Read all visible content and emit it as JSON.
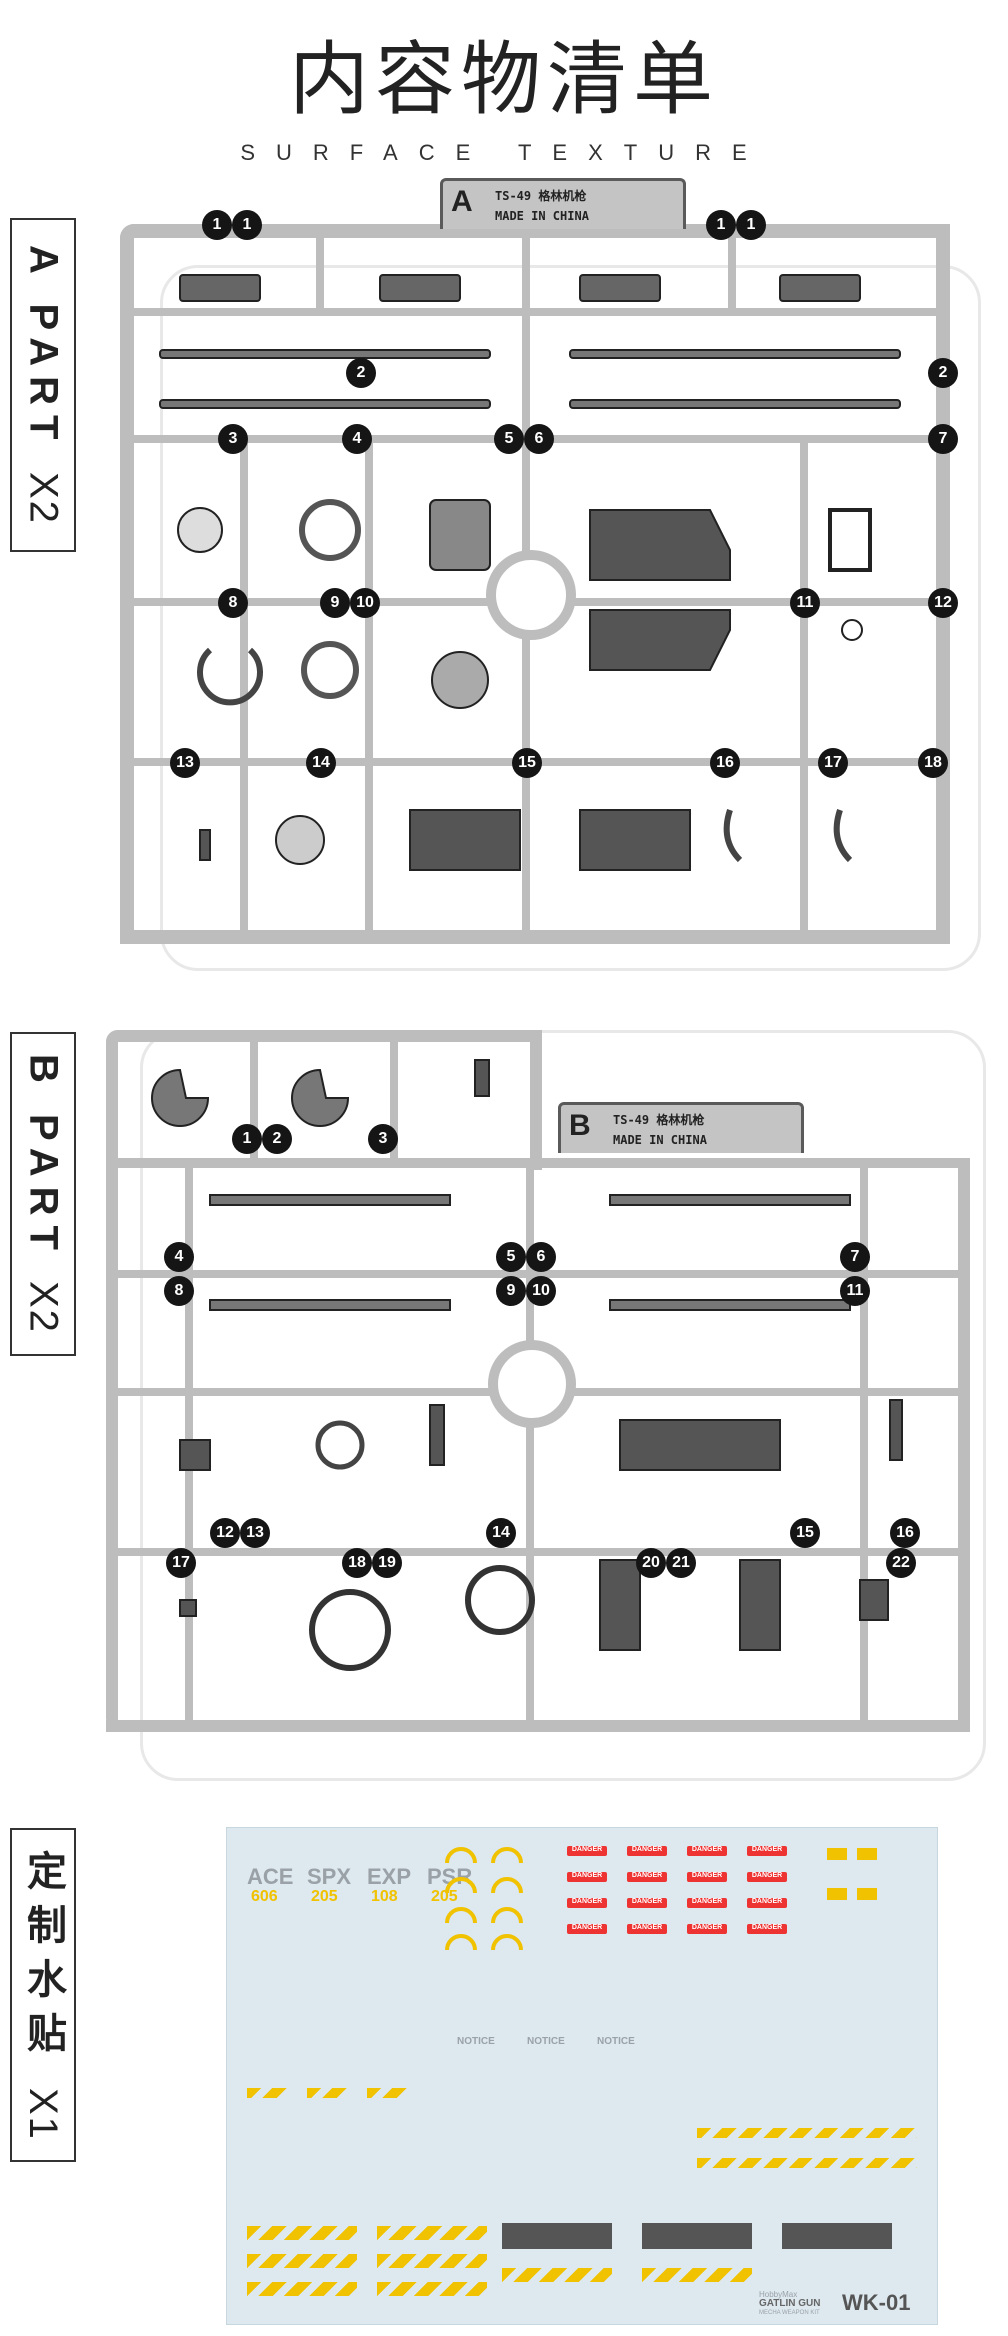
{
  "header": {
    "title": "内容物清单",
    "subtitle": "SURFACE TEXTURE"
  },
  "sections": {
    "a": {
      "label_bold": "A PART",
      "label_qty": "X2",
      "tab_letter": "A",
      "code": "TS-49 格林机枪",
      "made": "MADE IN CHINA"
    },
    "b": {
      "label_bold": "B PART",
      "label_qty": "X2",
      "tab_letter": "B",
      "code": "TS-49 格林机枪",
      "made": "MADE IN CHINA"
    },
    "c": {
      "label_bold": "定制水贴",
      "label_qty": "X1"
    }
  },
  "a_badges": [
    "1",
    "1",
    "1",
    "1",
    "2",
    "2",
    "3",
    "4",
    "5",
    "6",
    "7",
    "8",
    "9",
    "10",
    "11",
    "12",
    "13",
    "14",
    "15",
    "16",
    "17",
    "18"
  ],
  "b_badges": [
    "1",
    "2",
    "3",
    "4",
    "5",
    "6",
    "7",
    "8",
    "9",
    "10",
    "11",
    "12",
    "13",
    "14",
    "15",
    "16",
    "17",
    "18",
    "19",
    "20",
    "21",
    "22"
  ],
  "decal": {
    "names": [
      "ACE",
      "SPX",
      "EXP",
      "PSR"
    ],
    "nums": [
      "606",
      "205",
      "108",
      "205"
    ],
    "warning": "DANGER",
    "notice": "NOTICE",
    "model": "GATLIN GUN",
    "model_sub": "MECHA WEAPON KIT",
    "code": "WK-01",
    "brand": "HobbyMax"
  },
  "colors": {
    "runner": "#bdbdbd",
    "decal_bg": "#dde8ef",
    "yellow": "#f0c200",
    "red": "#e33333"
  }
}
